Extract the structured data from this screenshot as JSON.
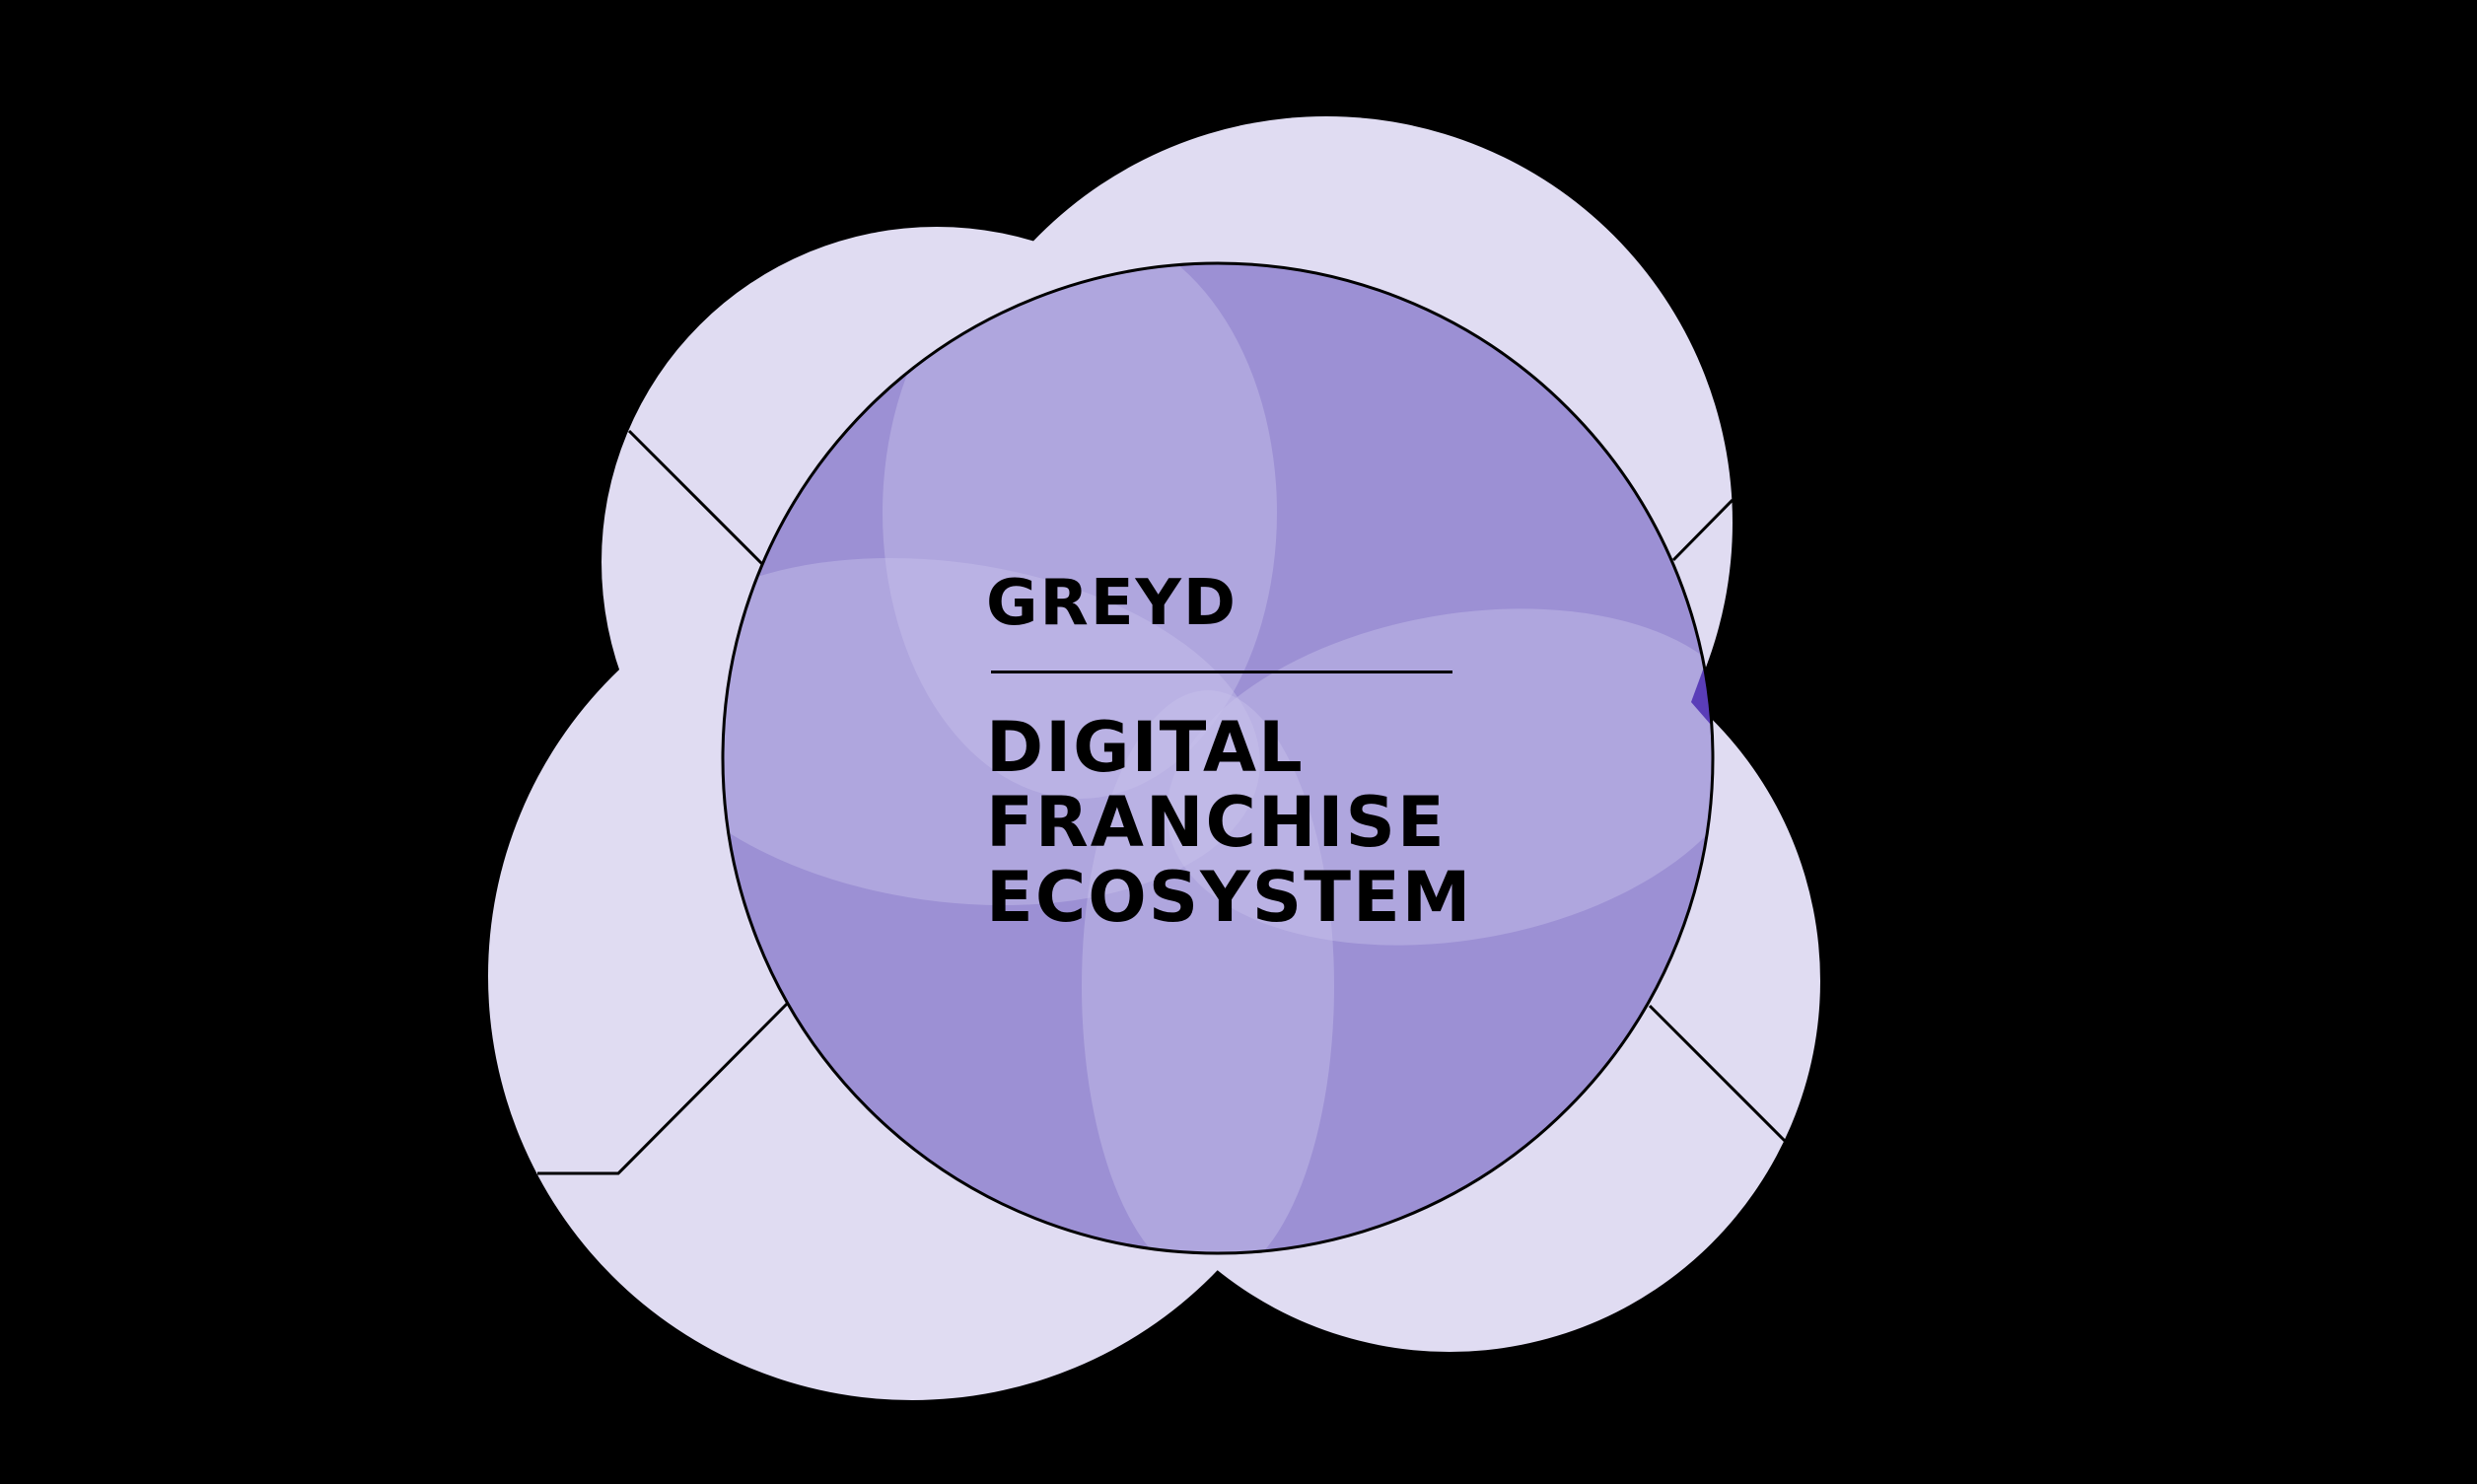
{
  "diagram": {
    "title": "GREYD",
    "subtitle_lines": [
      "DIGITAL",
      "FRANCHISE",
      "ECOSYSTEM"
    ],
    "colors": {
      "background": "#000000",
      "outer_circles": "#e0dcf2",
      "core_circle": "#9c90d4",
      "petals": "#b1a5dd",
      "accent_sliver": "#5a3db8",
      "lines": "#000000"
    },
    "outer_nodes": [
      {
        "position": "top-left",
        "label": ""
      },
      {
        "position": "top-right",
        "label": ""
      },
      {
        "position": "bottom-left",
        "label": ""
      },
      {
        "position": "bottom-right",
        "label": ""
      }
    ]
  }
}
